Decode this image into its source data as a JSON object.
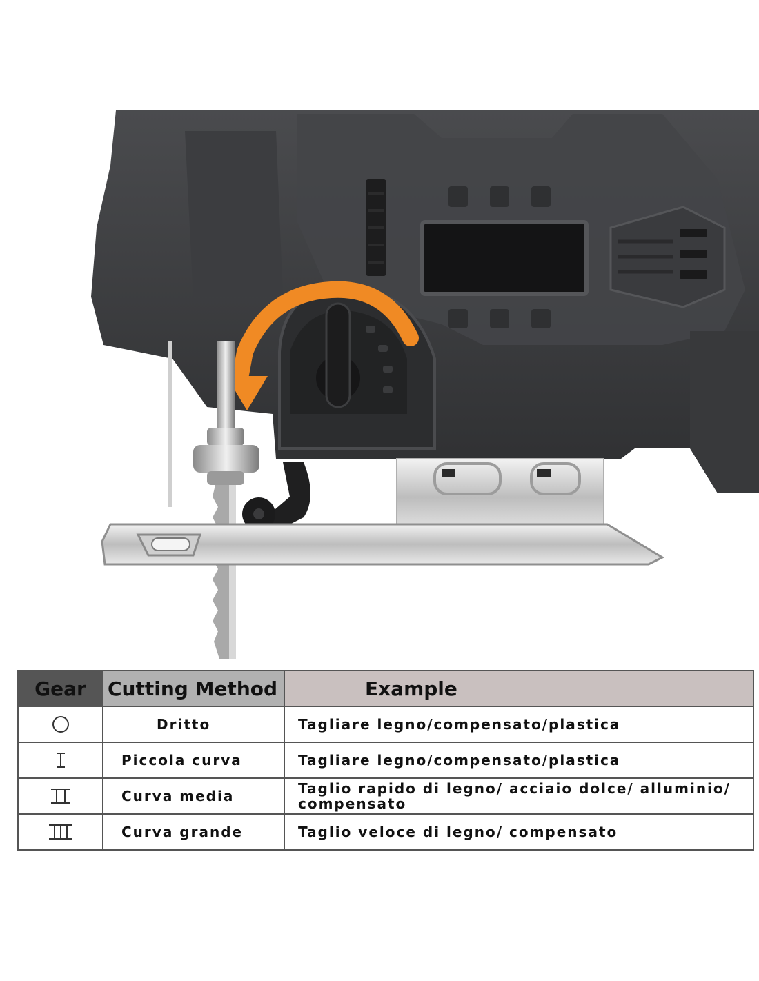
{
  "table": {
    "headers": {
      "gear": "Gear",
      "method": "Cutting Method",
      "example": "Example"
    },
    "rows": [
      {
        "gear_icon": "circle-icon",
        "method": "Dritto",
        "example": "Tagliare legno/compensato/plastica"
      },
      {
        "gear_icon": "roman-one-icon",
        "method": "Piccola curva",
        "example": "Tagliare legno/compensato/plastica"
      },
      {
        "gear_icon": "roman-two-icon",
        "method": "Curva media",
        "example": "Taglio rapido di legno/ acciaio dolce/ alluminio/ compensato"
      },
      {
        "gear_icon": "roman-three-icon",
        "method": "Curva grande",
        "example": "Taglio veloce di legno/ compensato"
      }
    ]
  },
  "colors": {
    "tool_body": "#3a3b3d",
    "arrow": "#f08a24",
    "header_gear": "#555555",
    "header_method": "#b1b1b1",
    "header_example": "#c9c0bf"
  }
}
